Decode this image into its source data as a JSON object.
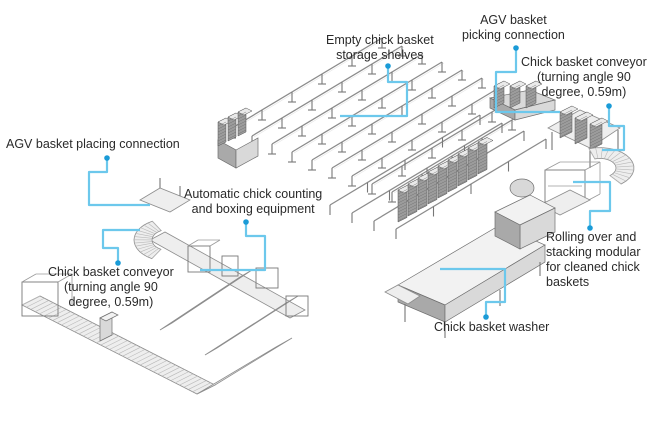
{
  "diagram": {
    "type": "equipment-layout",
    "accent_color": "#6cc8ec",
    "dot_color": "#1a9bd7",
    "labels": {
      "empty_storage": [
        "Empty chick basket",
        "storage shelves"
      ],
      "agv_picking": [
        "AGV basket",
        "picking connection"
      ],
      "conveyor_top": [
        "Chick basket conveyor",
        "(turning angle 90",
        "degree, 0.59m)"
      ],
      "agv_placing": [
        "AGV basket placing connection"
      ],
      "counting": [
        "Automatic chick counting",
        "and boxing equipment"
      ],
      "conveyor_bottom": [
        "Chick basket conveyor",
        "(turning angle 90",
        "degree, 0.59m)"
      ],
      "rolling": [
        "Rolling over and",
        "stacking modular",
        "for cleaned chick",
        "baskets"
      ],
      "washer": [
        "Chick basket washer"
      ]
    }
  }
}
